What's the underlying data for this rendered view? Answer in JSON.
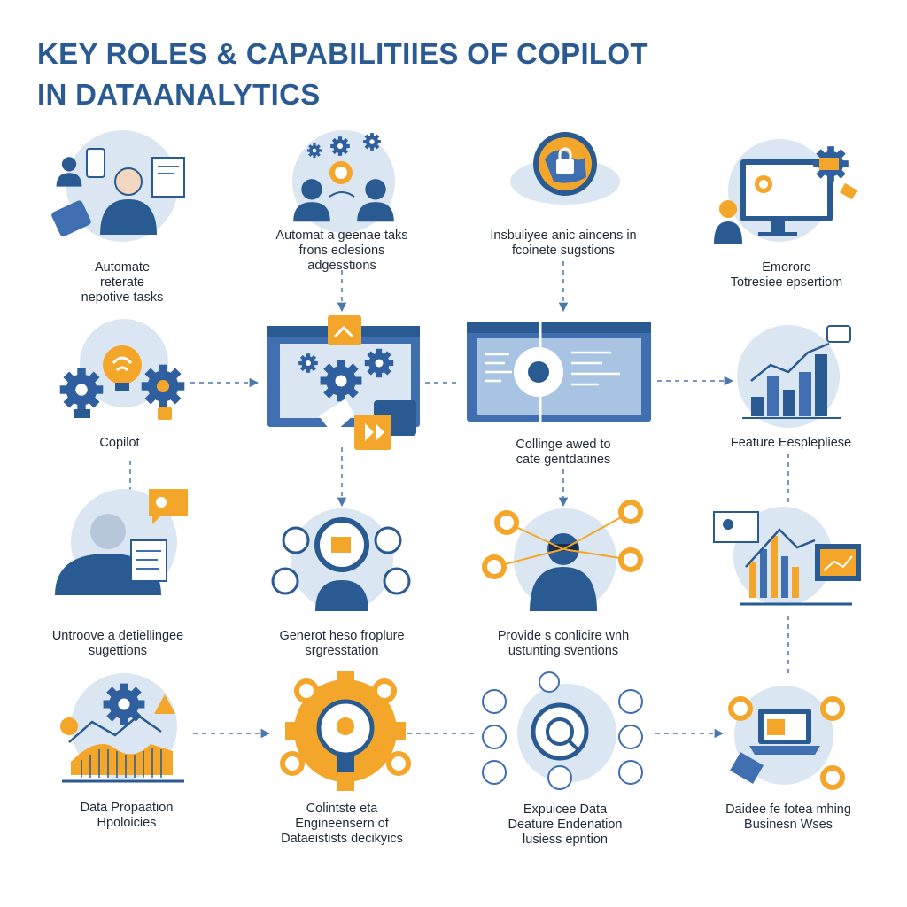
{
  "title": {
    "line1": "KEY ROLES & CAPABILITIIES OF COPILOT",
    "line2": "IN DATAANALYTICS"
  },
  "colors": {
    "navy": "#2a5a92",
    "blue": "#3f6fb0",
    "light_blue": "#dbe6f3",
    "orange": "#f4a62a",
    "arrow": "#4a77ad"
  },
  "captions": {
    "r1c1": [
      "Automate",
      "reterate",
      "nepotive tasks"
    ],
    "r1c2": [
      "Automat a geenae taks",
      "frons eclesions",
      "adgesstions"
    ],
    "r1c3": [
      "Insbuliyee anic aincens in",
      "fcoinete sugstions"
    ],
    "r1c4": [
      "Emorore",
      "Totresiee epsertiom"
    ],
    "r2c1": [
      "Copilot"
    ],
    "r2c3": [
      "Collinge awed to",
      "cate gentdatines"
    ],
    "r2c4": [
      "Feature Eesplepliese"
    ],
    "r3c1": [
      "Untroove a detiellingee",
      "sugettions"
    ],
    "r3c2": [
      "Generot heso froplure",
      "srgresstation"
    ],
    "r3c3": [
      "Provide s conlicire wnh",
      "ustunting sventions"
    ],
    "r4c1": [
      "Data Propaation",
      "Hpoloicies"
    ],
    "r4c2": [
      "Colintste eta",
      "Engineensern of",
      "Dataeistists decikyics"
    ],
    "r4c3": [
      "Expuicee Data",
      "Deature Endenation",
      "lusiess epntion"
    ],
    "r4c4": [
      "Daidee fe fotea mhing",
      "Businesn Wses"
    ]
  },
  "icons": {
    "r1c1": "automation-people-icon",
    "r1c2": "team-gears-icon",
    "r1c3": "security-lock-icon",
    "r1c4": "monitor-gear-icon",
    "r2c1": "copilot-bulb-gears-icon",
    "r2c2": "workflow-window-icon",
    "r2c3": "split-screen-icon",
    "r2c4": "bar-chart-icon",
    "r3c1": "chat-person-icon",
    "r3c2": "lightbulb-network-icon",
    "r3c3": "connected-user-icon",
    "r3c4": "analytics-dashboard-icon",
    "r4c1": "data-preparation-icon",
    "r4c2": "engineering-bulb-gear-icon",
    "r4c3": "data-network-icon",
    "r4c4": "business-laptop-icon"
  }
}
